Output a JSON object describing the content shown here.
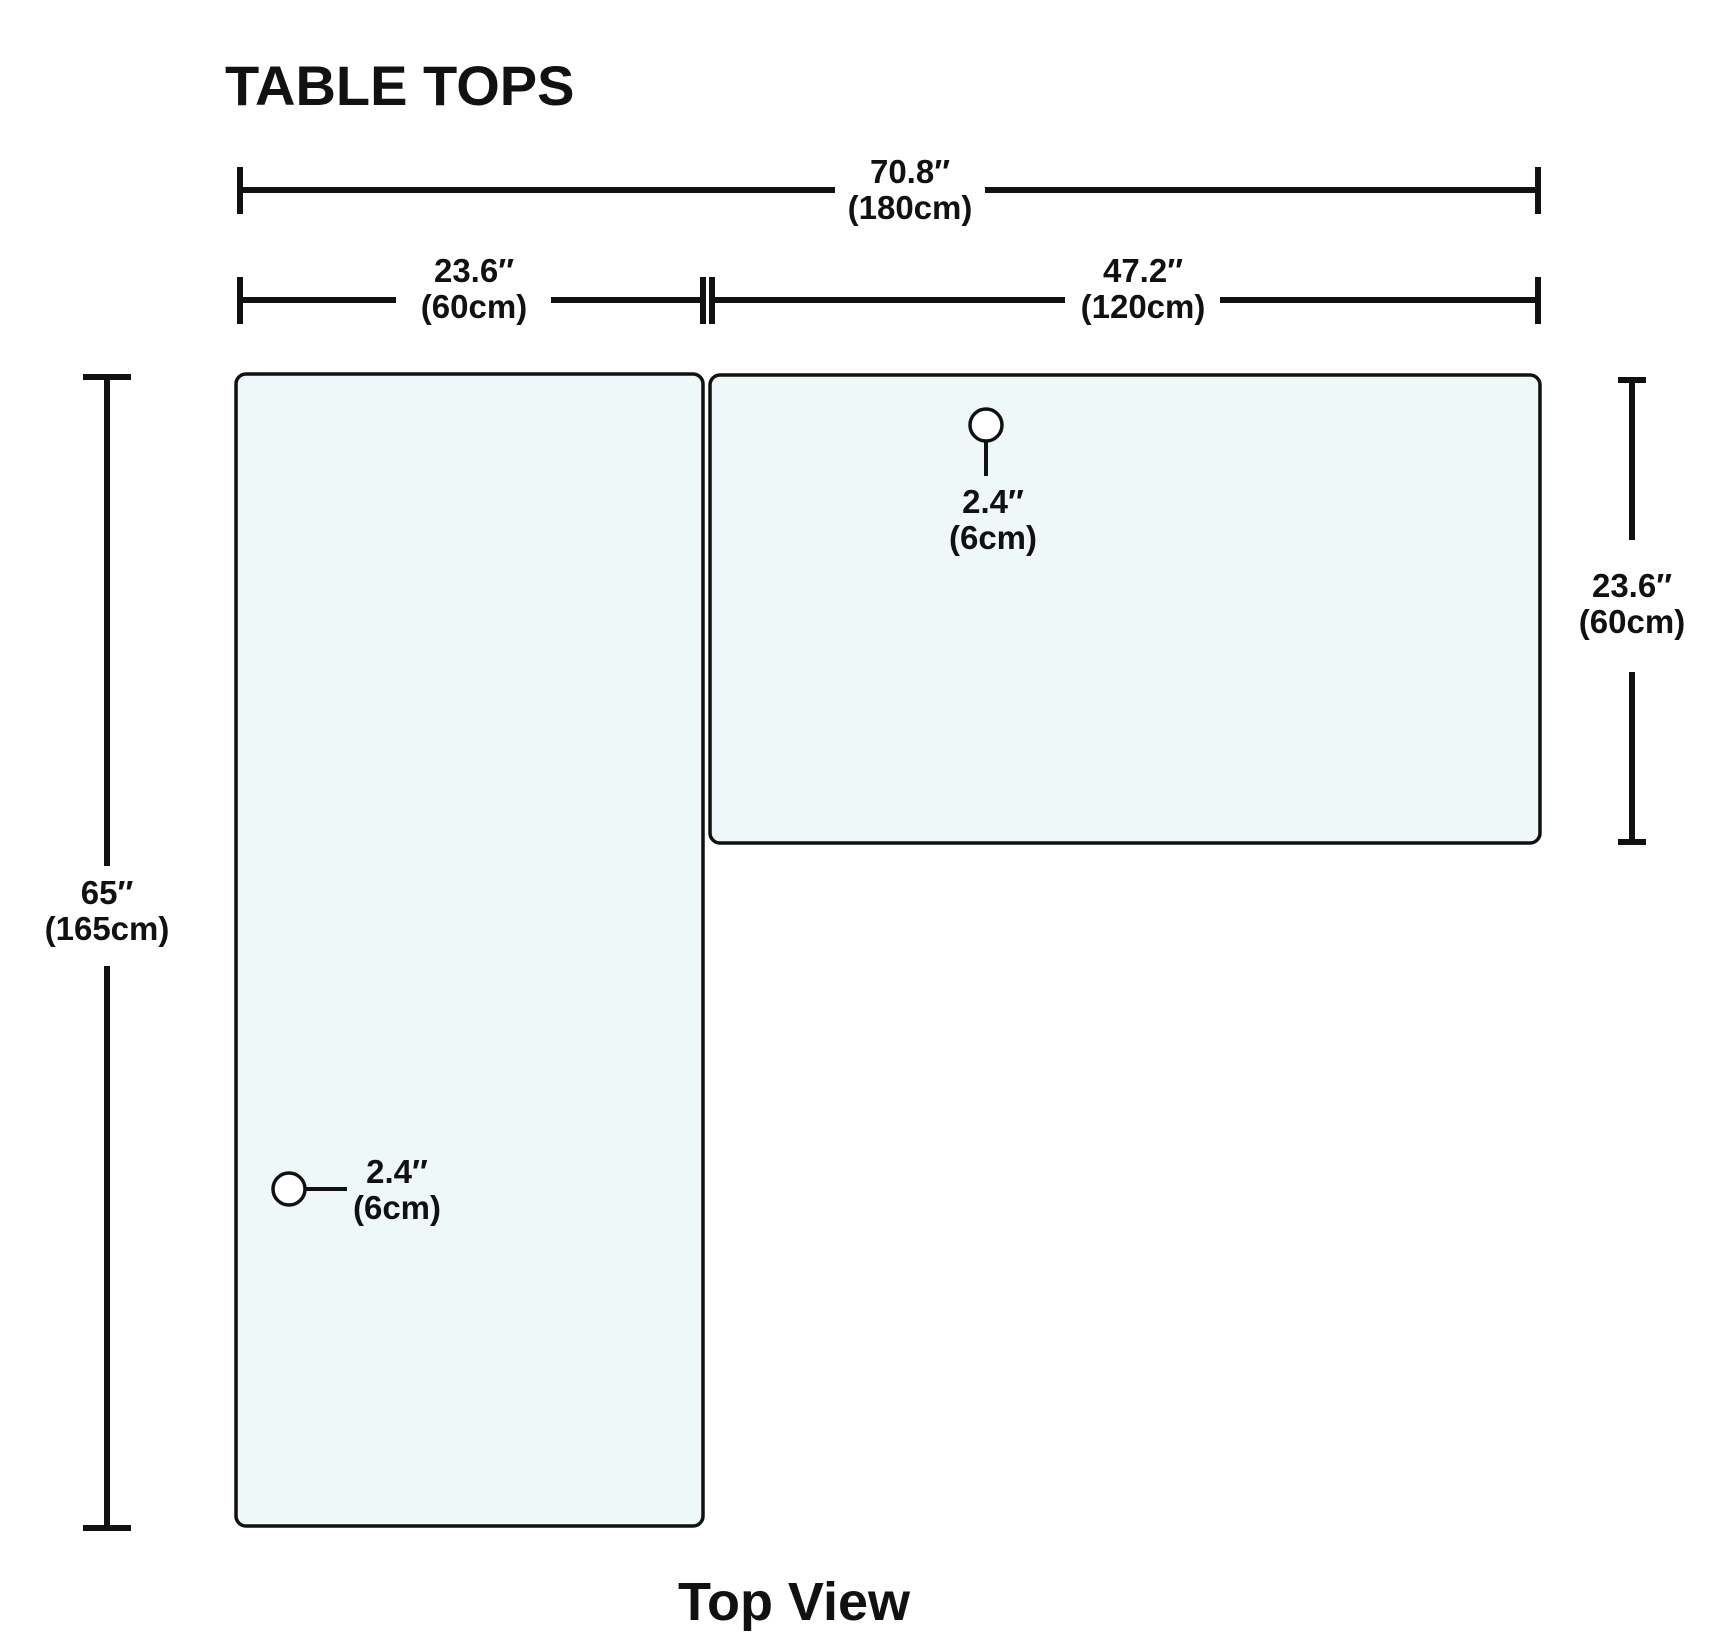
{
  "title": "TABLE TOPS",
  "caption": "Top View",
  "colors": {
    "panel_fill": "#eef8f8",
    "stroke": "#111111",
    "background": "#ffffff"
  },
  "dimensions": {
    "total_width": {
      "in": "70.8″",
      "cm": "(180cm)"
    },
    "left_width": {
      "in": "23.6″",
      "cm": "(60cm)"
    },
    "right_width": {
      "in": "47.2″",
      "cm": "(120cm)"
    },
    "right_depth": {
      "in": "23.6″",
      "cm": "(60cm)"
    },
    "total_length": {
      "in": "65″",
      "cm": "(165cm)"
    }
  },
  "grommet_holes": {
    "right_panel": {
      "in": "2.4″",
      "cm": "(6cm)"
    },
    "left_panel": {
      "in": "2.4″",
      "cm": "(6cm)"
    }
  }
}
